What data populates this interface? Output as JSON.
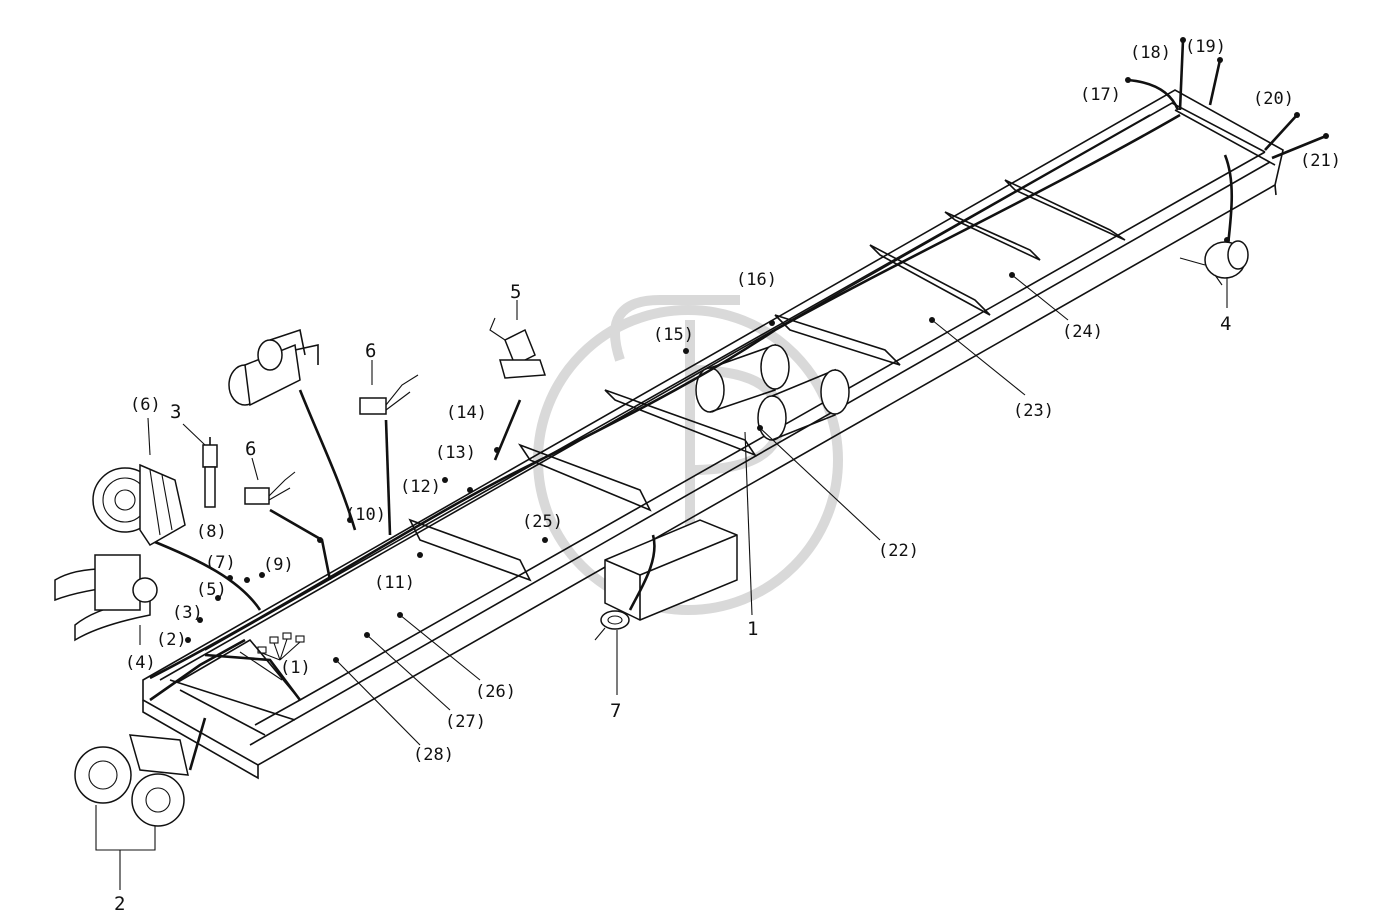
{
  "colors": {
    "line": "#111111",
    "watermark": "#d9d9d9",
    "background": "#ffffff"
  },
  "callouts": {
    "c1": "(1)",
    "c2": "(2)",
    "c3": "(3)",
    "c4": "(4)",
    "c5": "(5)",
    "c6": "(6)",
    "c7": "(7)",
    "c8": "(8)",
    "c9": "(9)",
    "c10": "(10)",
    "c11": "(11)",
    "c12": "(12)",
    "c13": "(13)",
    "c14": "(14)",
    "c15": "(15)",
    "c16": "(16)",
    "c17": "(17)",
    "c18": "(18)",
    "c19": "(19)",
    "c20": "(20)",
    "c21": "(21)",
    "c22": "(22)",
    "c23": "(23)",
    "c24": "(24)",
    "c25": "(25)",
    "c26": "(26)",
    "c27": "(27)",
    "c28": "(28)"
  },
  "parts": {
    "p1": "1",
    "p2": "2",
    "p3": "3",
    "p4": "4",
    "p5": "5",
    "p6a": "6",
    "p6b": "6",
    "p7": "7"
  },
  "icons": [
    "frame-rail",
    "alternator-icon",
    "starter-motor-icon",
    "horn-icon",
    "battery-icon",
    "relay-icon",
    "sensor-icon",
    "buzzer-icon",
    "switch-icon"
  ]
}
